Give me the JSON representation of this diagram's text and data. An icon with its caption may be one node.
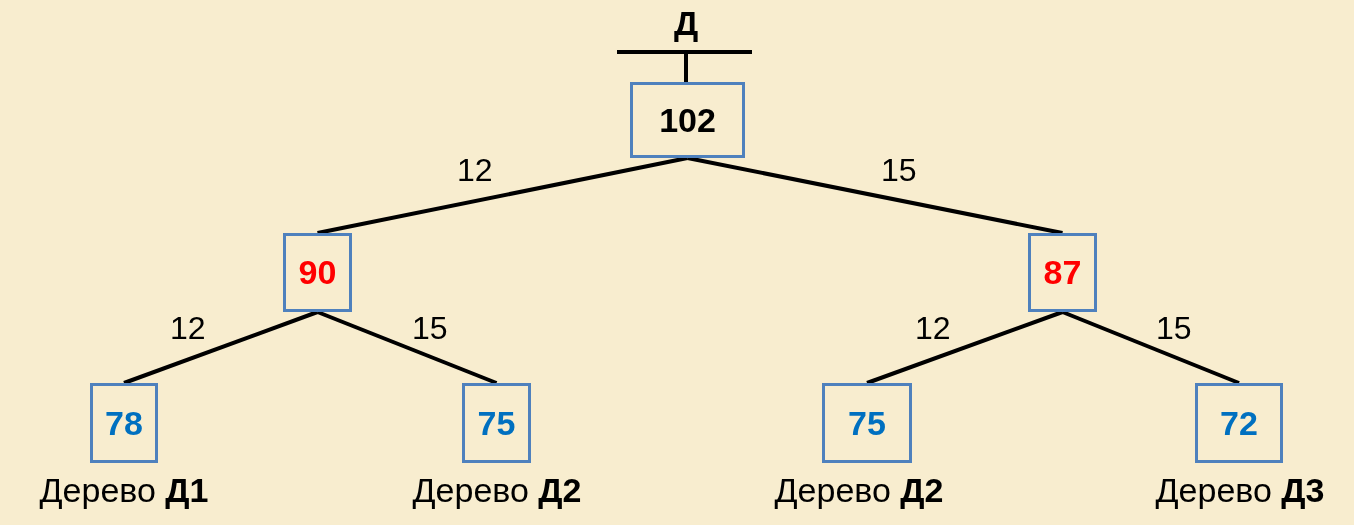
{
  "diagram": {
    "nodes": [
      {
        "text": [
          "102"
        ]
      },
      {
        "text": [
          "90"
        ]
      },
      {
        "text": [
          "87"
        ]
      },
      {
        "text": [
          "78"
        ],
        "beside": [
          "Дерево **Д1**"
        ]
      },
      {
        "text": [
          "75"
        ],
        "beside": [
          "Дерево **Д2**"
        ]
      },
      {
        "text": [
          "75"
        ],
        "beside": [
          "Дерево **Д2**"
        ]
      },
      {
        "text": [
          "72"
        ],
        "beside": [
          "Дерево **Д3**"
        ]
      }
    ],
    "edges": [
      {
        "from": 0,
        "to": 1,
        "arrow": "none",
        "label": "12"
      },
      {
        "from": 0,
        "to": 2,
        "arrow": "none",
        "label": "15"
      },
      {
        "from": 1,
        "to": 3,
        "arrow": "none",
        "label": "12"
      },
      {
        "from": 1,
        "to": 4,
        "arrow": "none",
        "label": "15"
      },
      {
        "from": 2,
        "to": 5,
        "arrow": "none",
        "label": "12"
      },
      {
        "from": 2,
        "to": 6,
        "arrow": "none",
        "label": "15"
      }
    ],
    "labels": [
      "Д"
    ]
  }
}
